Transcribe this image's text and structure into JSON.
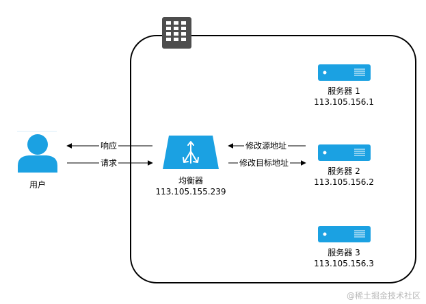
{
  "datacenter_icon": "building-icon",
  "user": {
    "icon": "user-icon",
    "label": "用户",
    "color": "#1ba1e2"
  },
  "load_balancer": {
    "icon": "load-balancer-icon",
    "label": "均衡器",
    "ip": "113.105.155.239",
    "color": "#1ba1e2"
  },
  "servers": [
    {
      "icon": "server-icon",
      "label": "服务器 1",
      "ip": "113.105.156.1"
    },
    {
      "icon": "server-icon",
      "label": "服务器 2",
      "ip": "113.105.156.2"
    },
    {
      "icon": "server-icon",
      "label": "服务器 3",
      "ip": "113.105.156.3"
    }
  ],
  "edges": {
    "response": "响应",
    "request": "请求",
    "modify_source": "修改源地址",
    "modify_target": "修改目标地址"
  },
  "watermark": "@稀土掘金技术社区",
  "colors": {
    "accent": "#1ba1e2",
    "stroke": "#000000",
    "building": "#4d4d4d"
  }
}
